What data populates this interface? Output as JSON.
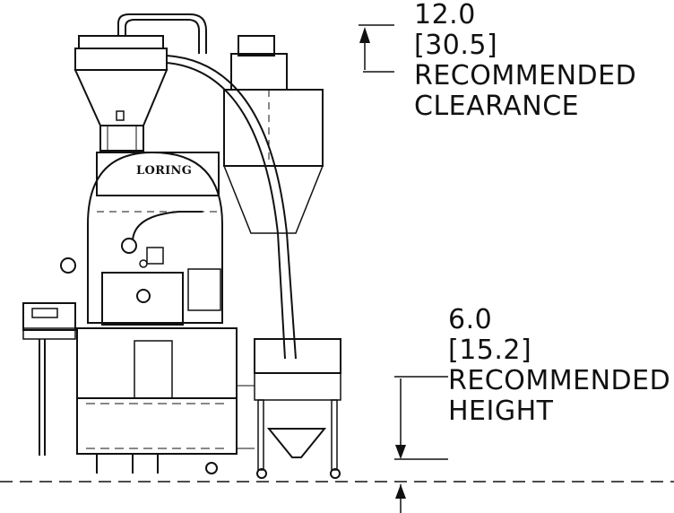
{
  "brand": {
    "logo_text": "LORING"
  },
  "annotations": {
    "clearance": {
      "inches": "12.0",
      "cm_bracketed": "[30.5]",
      "label_line1": "RECOMMENDED",
      "label_line2": "CLEARANCE"
    },
    "height": {
      "inches": "6.0",
      "cm_bracketed": "[15.2]",
      "label_line1": "RECOMMENDED",
      "label_line2": "HEIGHT"
    }
  },
  "colors": {
    "line": "#111111",
    "fill": "#ffffff"
  }
}
